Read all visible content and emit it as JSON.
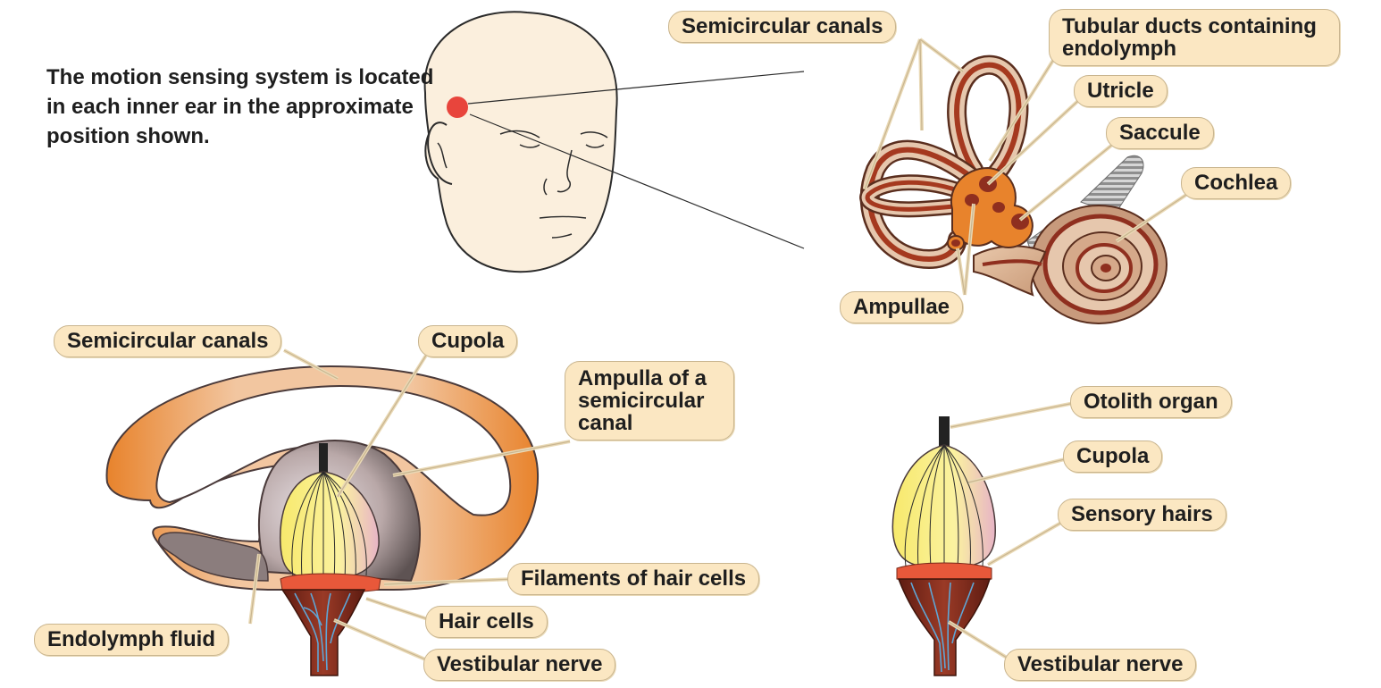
{
  "intro_text": "The motion sensing system is located in each inner ear in the approximate position shown.",
  "labels": {
    "ear_semicircular_canals": "Semicircular canals",
    "tubular_ducts": "Tubular ducts containing endolymph",
    "utricle": "Utricle",
    "saccule": "Saccule",
    "cochlea": "Cochlea",
    "ampullae": "Ampullae",
    "ampulla_semicircular_canals": "Semicircular canals",
    "ampulla_cupola": "Cupola",
    "ampulla_of_canal": "Ampulla of a semicircular canal",
    "filaments": "Filaments of hair cells",
    "hair_cells": "Hair cells",
    "endolymph_fluid": "Endolymph fluid",
    "ampulla_vestibular_nerve": "Vestibular nerve",
    "otolith_organ": "Otolith organ",
    "otolith_cupola": "Cupola",
    "sensory_hairs": "Sensory hairs",
    "otolith_vestibular_nerve": "Vestibular nerve"
  },
  "colors": {
    "label_fill": "#fbe7c2",
    "label_border": "#c9b58f",
    "ear_marker": "#e8453c",
    "skin": "#fbefdd",
    "canal_orange": "#e8832c",
    "cupola_yellow": "#f7eb7a",
    "hair_cell_brown": "#8f2f1f",
    "nerve_blue": "#5fa6d6"
  }
}
